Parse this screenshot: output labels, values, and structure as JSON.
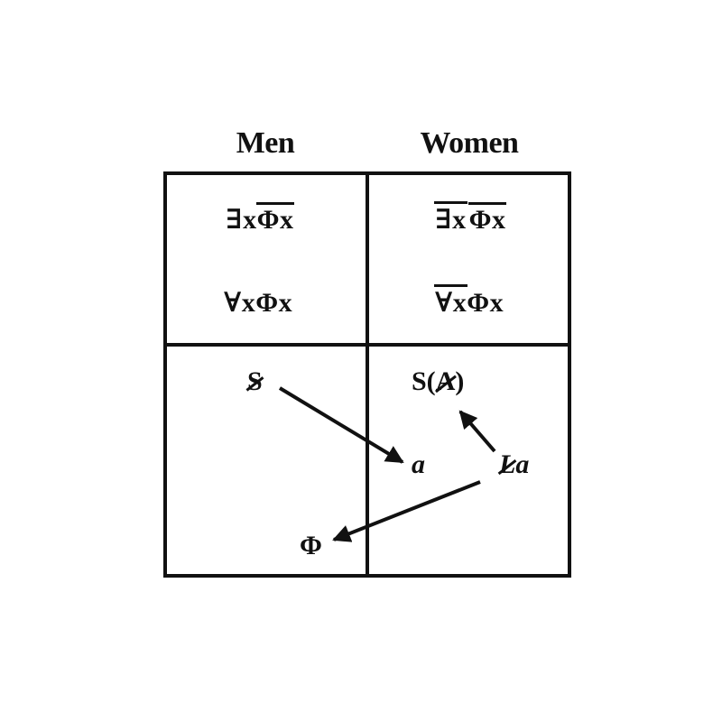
{
  "headers": {
    "men": "Men",
    "women": "Women"
  },
  "cells": {
    "men_top": {
      "formula_1": {
        "quantifier": "∃x",
        "body": "Φx"
      },
      "formula_2": {
        "quantifier": "∀x",
        "body": "Φx"
      }
    },
    "women_top": {
      "formula_1": {
        "quantifier": "∃x",
        "body": "Φx"
      },
      "formula_2": {
        "quantifier": "∀x",
        "body": "Φx"
      }
    },
    "men_bottom": {
      "barred_s": "S",
      "phi": "Φ"
    },
    "women_bottom": {
      "s_prefix": "S(",
      "barred_a": "A",
      "s_suffix": ")",
      "object_a": "a",
      "barred_la_l": "L",
      "barred_la_a": "a"
    }
  },
  "colors": {
    "ink": "#111111",
    "background": "#ffffff"
  }
}
